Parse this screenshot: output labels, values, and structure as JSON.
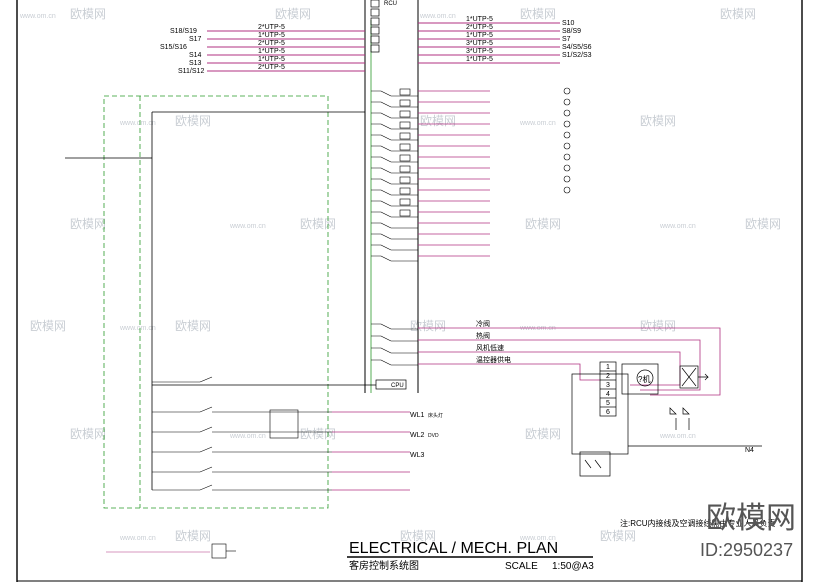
{
  "rcu_label": "RCU",
  "rcu_top_items": [
    "",
    "",
    "",
    "",
    "",
    ""
  ],
  "left_inputs": [
    {
      "label": "S18/S19",
      "cable": "2*UTP-5"
    },
    {
      "label": "S17",
      "cable": "1*UTP-5"
    },
    {
      "label": "S15/S16",
      "cable": "2*UTP-5"
    },
    {
      "label": "S14",
      "cable": "1*UTP-5"
    },
    {
      "label": "S13",
      "cable": "1*UTP-5"
    },
    {
      "label": "S11/S12",
      "cable": "2*UTP-5"
    }
  ],
  "right_inputs": [
    {
      "label": "S10",
      "cable": "1*UTP-5"
    },
    {
      "label": "S8/S9",
      "cable": "2*UTP-5"
    },
    {
      "label": "S7",
      "cable": "1*UTP-5"
    },
    {
      "label": "S4/S5/S6",
      "cable": "3*UTP-5"
    },
    {
      "label": "S1/S2/S3",
      "cable": "3*UTP-5"
    },
    {
      "label": "",
      "cable": "1*UTP-5"
    }
  ],
  "cpu_label": "CPU",
  "hvac_items": [
    "冷阀",
    "热阀",
    "风机低速",
    "温控器供电"
  ],
  "wl_lines": [
    {
      "label": "WL1",
      "note": "床头灯"
    },
    {
      "label": "WL2",
      "note": "DVD"
    },
    {
      "label": "WL3",
      "note": ""
    }
  ],
  "n4_label": "N4",
  "fan_coil_numbers": [
    "1",
    "2",
    "3",
    "4",
    "5",
    "6"
  ],
  "fan_label": "?机",
  "valve_symbols": [
    "⚲",
    "⚲"
  ],
  "title": "ELECTRICAL / MECH. PLAN",
  "subtitle": "客房控制系统图",
  "scale_label": "SCALE",
  "scale_value": "1:50@A3",
  "note": "注:RCU内接线及空调接线需由专业人员负责",
  "watermark_brand": "欧模网",
  "watermark_url": "www.om.cn",
  "watermark_id": "ID:2950237",
  "colors": {
    "line": "#000000",
    "magenta": "#b03080",
    "green": "#2a9a2a",
    "watermark": "#c9ced4"
  }
}
